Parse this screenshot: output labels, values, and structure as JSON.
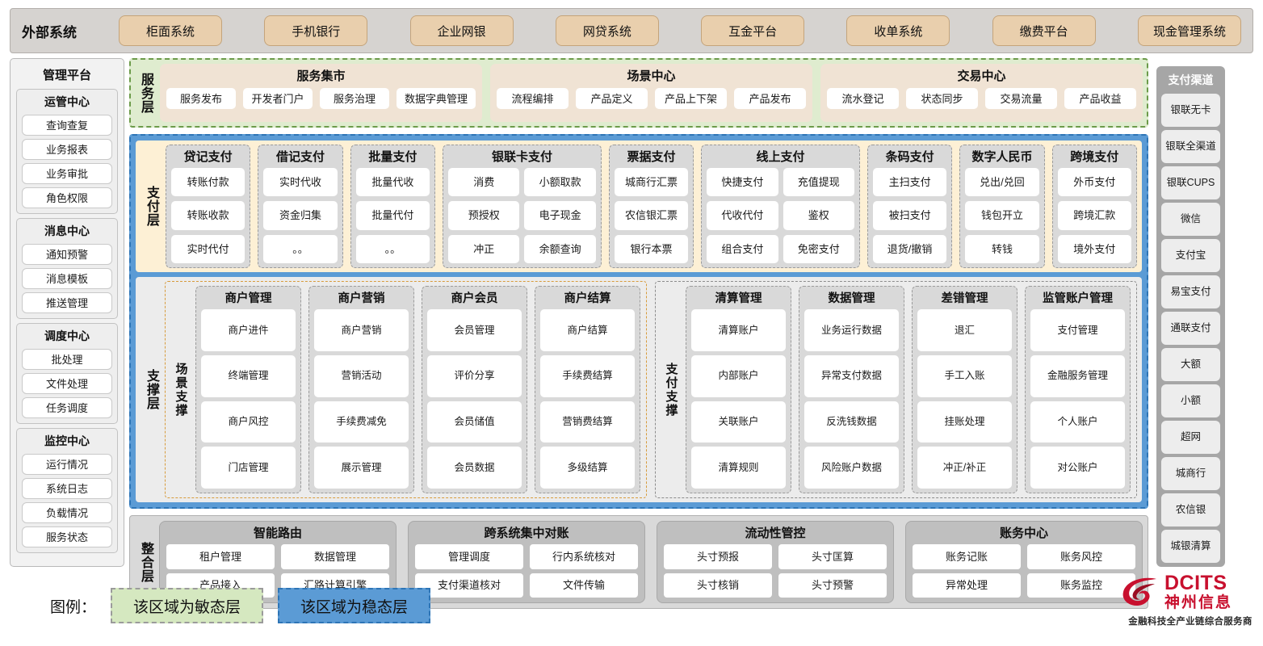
{
  "external": {
    "title": "外部系统",
    "items": [
      "柜面系统",
      "手机银行",
      "企业网银",
      "网贷系统",
      "互金平台",
      "收单系统",
      "缴费平台",
      "现金管理系统"
    ]
  },
  "management": {
    "title": "管理平台",
    "cards": [
      {
        "title": "运管中心",
        "items": [
          "查询查复",
          "业务报表",
          "业务审批",
          "角色权限"
        ]
      },
      {
        "title": "消息中心",
        "items": [
          "通知预警",
          "消息模板",
          "推送管理"
        ]
      },
      {
        "title": "调度中心",
        "items": [
          "批处理",
          "文件处理",
          "任务调度"
        ]
      },
      {
        "title": "监控中心",
        "items": [
          "运行情况",
          "系统日志",
          "负载情况",
          "服务状态"
        ]
      }
    ]
  },
  "service_layer": {
    "label": "服务层",
    "groups": [
      {
        "title": "服务集市",
        "items": [
          "服务发布",
          "开发者门户",
          "服务治理",
          "数据字典管理"
        ]
      },
      {
        "title": "场景中心",
        "items": [
          "流程编排",
          "产品定义",
          "产品上下架",
          "产品发布"
        ]
      },
      {
        "title": "交易中心",
        "items": [
          "流水登记",
          "状态同步",
          "交易流量",
          "产品收益"
        ]
      }
    ]
  },
  "payment_layer": {
    "label": "支付层",
    "groups": [
      {
        "title": "贷记支付",
        "columns": [
          [
            "转账付款",
            "转账收款",
            "实时代付"
          ]
        ]
      },
      {
        "title": "借记支付",
        "columns": [
          [
            "实时代收",
            "资金归集",
            "。。"
          ]
        ]
      },
      {
        "title": "批量支付",
        "columns": [
          [
            "批量代收",
            "批量代付",
            "。。"
          ]
        ]
      },
      {
        "title": "银联卡支付",
        "columns": [
          [
            "消费",
            "预授权",
            "冲正"
          ],
          [
            "小额取款",
            "电子现金",
            "余额查询"
          ]
        ]
      },
      {
        "title": "票据支付",
        "columns": [
          [
            "城商行汇票",
            "农信银汇票",
            "银行本票"
          ]
        ]
      },
      {
        "title": "线上支付",
        "columns": [
          [
            "快捷支付",
            "代收代付",
            "组合支付"
          ],
          [
            "充值提现",
            "鉴权",
            "免密支付"
          ]
        ]
      },
      {
        "title": "条码支付",
        "columns": [
          [
            "主扫支付",
            "被扫支付",
            "退货/撤销"
          ]
        ]
      },
      {
        "title": "数字人民币",
        "columns": [
          [
            "兑出/兑回",
            "钱包开立",
            "转钱"
          ]
        ]
      },
      {
        "title": "跨境支付",
        "columns": [
          [
            "外币支付",
            "跨境汇款",
            "境外支付"
          ]
        ]
      }
    ]
  },
  "support_layer": {
    "label": "支撑层",
    "scene": {
      "sublabel": "场景支撑",
      "groups": [
        {
          "title": "商户管理",
          "items": [
            "商户进件",
            "终端管理",
            "商户风控",
            "门店管理"
          ]
        },
        {
          "title": "商户营销",
          "items": [
            "商户营销",
            "营销活动",
            "手续费减免",
            "展示管理"
          ]
        },
        {
          "title": "商户会员",
          "items": [
            "会员管理",
            "评价分享",
            "会员储值",
            "会员数据"
          ]
        },
        {
          "title": "商户结算",
          "items": [
            "商户结算",
            "手续费结算",
            "营销费结算",
            "多级结算"
          ]
        }
      ]
    },
    "paysupport": {
      "sublabel": "支付支撑",
      "groups": [
        {
          "title": "清算管理",
          "items": [
            "清算账户",
            "内部账户",
            "关联账户",
            "清算规则"
          ]
        },
        {
          "title": "数据管理",
          "items": [
            "业务运行数据",
            "异常支付数据",
            "反洗钱数据",
            "风险账户数据"
          ]
        },
        {
          "title": "差错管理",
          "items": [
            "退汇",
            "手工入账",
            "挂账处理",
            "冲正/补正"
          ]
        },
        {
          "title": "监管账户管理",
          "items": [
            "支付管理",
            "金融服务管理",
            "个人账户",
            "对公账户"
          ]
        }
      ]
    }
  },
  "integration_layer": {
    "label": "整合层",
    "groups": [
      {
        "title": "智能路由",
        "rows": [
          [
            "租户管理",
            "数据管理"
          ],
          [
            "产品接入",
            "汇路计算引擎"
          ]
        ]
      },
      {
        "title": "跨系统集中对账",
        "rows": [
          [
            "管理调度",
            "行内系统核对"
          ],
          [
            "支付渠道核对",
            "文件传输"
          ]
        ]
      },
      {
        "title": "流动性管控",
        "rows": [
          [
            "头寸预报",
            "头寸匡算"
          ],
          [
            "头寸核销",
            "头寸预警"
          ]
        ]
      },
      {
        "title": "账务中心",
        "rows": [
          [
            "账务记账",
            "账务风控"
          ],
          [
            "异常处理",
            "账务监控"
          ]
        ]
      }
    ]
  },
  "channels": {
    "title": "支付渠道",
    "items": [
      "银联无卡",
      "银联全渠道",
      "银联CUPS",
      "微信",
      "支付宝",
      "易宝支付",
      "通联支付",
      "大额",
      "小额",
      "超网",
      "城商行",
      "农信银",
      "城银清算"
    ]
  },
  "legend": {
    "label": "图例：",
    "agile_text": "该区域为敏态层",
    "stable_text": "该区域为稳态层",
    "agile_color": "#d5e8c0",
    "stable_color": "#5b9bd5"
  },
  "logo": {
    "brand_en": "DCITS",
    "brand_cn": "神州信息",
    "tagline": "金融科技全产业链综合服务商",
    "brand_color": "#c8102e"
  }
}
